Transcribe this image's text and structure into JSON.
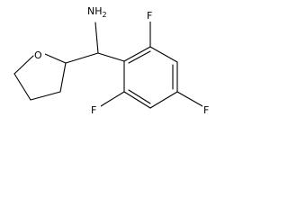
{
  "structure": {
    "atoms": {
      "amine": "NH",
      "amine_subscript": "2",
      "ring_oxygen": "O",
      "fluorine_top": "F",
      "fluorine_right": "F",
      "fluorine_bottom": "F"
    }
  }
}
